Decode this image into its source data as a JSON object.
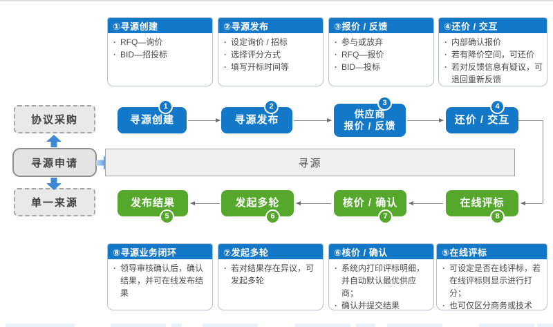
{
  "palette": {
    "blue": "#1478c8",
    "green": "#55a82b",
    "arrow_blue": "#3f88d4",
    "arrow_gray": "#8a8a8a"
  },
  "left_panel": {
    "top": "协议采购",
    "middle": "寻源申请",
    "bottom": "单一来源"
  },
  "process_bar": {
    "label": "寻源"
  },
  "flow": {
    "top_row": [
      {
        "label": "寻源创建",
        "badge": "1"
      },
      {
        "label": "寻源发布",
        "badge": "2"
      },
      {
        "label": "供应商\n报价 / 反馈",
        "badge": "3"
      },
      {
        "label": "还价 / 交互",
        "badge": "4"
      }
    ],
    "bottom_row": [
      {
        "label": "发布结果",
        "badge": "5"
      },
      {
        "label": "发起多轮",
        "badge": "6"
      },
      {
        "label": "核价 / 确认",
        "badge": "7"
      },
      {
        "label": "在线评标",
        "badge": "8"
      }
    ]
  },
  "top_cards": [
    {
      "title": "①寻源创建",
      "bullets": [
        "RFQ—询价",
        "BID—招投标"
      ]
    },
    {
      "title": "②寻源发布",
      "bullets": [
        "设定询价 / 招标",
        "选择评分方式",
        "填写开标时间等"
      ]
    },
    {
      "title": "③报价 / 反馈",
      "bullets": [
        "参与或放弃",
        "RFQ—报价",
        "BID—投标"
      ]
    },
    {
      "title": "④还价 / 交互",
      "bullets": [
        "内部确认报价",
        "若有降价空间，可还价",
        "若对反馈信息有疑议，可退回重新反馈"
      ]
    }
  ],
  "bottom_cards": [
    {
      "title": "⑧寻源业务闭环",
      "bullets": [
        "领导审核确认后，确认结果，并可在线发布结果"
      ]
    },
    {
      "title": "⑦发起多轮",
      "bullets": [
        "若对结果存在异议，可发起多轮"
      ]
    },
    {
      "title": "⑥核价 / 确认",
      "bullets": [
        "系统内打印评标明细，并自动默认最优供应商；",
        "确认并提交结果"
      ]
    },
    {
      "title": "⑤在线评标",
      "bullets": [
        "可设定是否在线评标，若在线评标则显示进行打分；",
        "也可仅区分商务或技术"
      ]
    }
  ]
}
